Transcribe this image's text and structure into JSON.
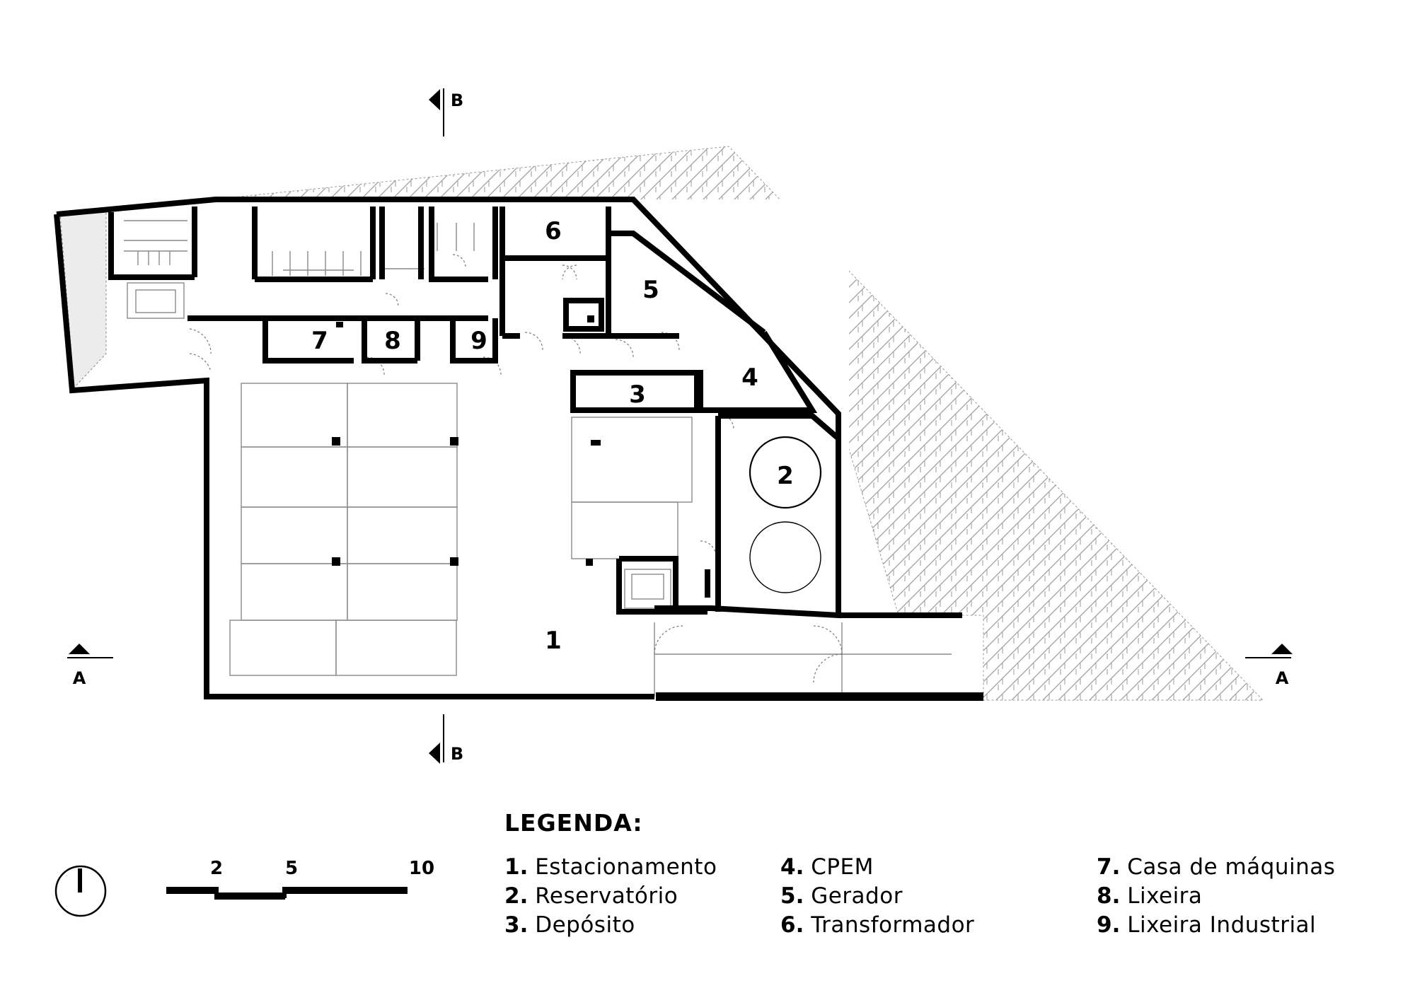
{
  "rooms": [
    {
      "num": "1"
    },
    {
      "num": "2"
    },
    {
      "num": "3"
    },
    {
      "num": "4"
    },
    {
      "num": "5"
    },
    {
      "num": "6"
    },
    {
      "num": "7"
    },
    {
      "num": "8"
    },
    {
      "num": "9"
    }
  ],
  "sections": {
    "a": "A",
    "b": "B"
  },
  "scale": {
    "labels": [
      "2",
      "5",
      "10"
    ]
  },
  "legend": {
    "title": "LEGENDA:",
    "items": [
      {
        "num": "1.",
        "label": "Estacionamento"
      },
      {
        "num": "2.",
        "label": "Reservatório"
      },
      {
        "num": "3.",
        "label": "Depósito"
      },
      {
        "num": "4.",
        "label": "CPEM"
      },
      {
        "num": "5.",
        "label": "Gerador"
      },
      {
        "num": "6.",
        "label": "Transformador"
      },
      {
        "num": "7.",
        "label": "Casa de máquinas"
      },
      {
        "num": "8.",
        "label": "Lixeira"
      },
      {
        "num": "9.",
        "label": "Lixeira Industrial"
      }
    ]
  },
  "colors": {
    "wall": "#000000",
    "hatch": "#9a9a9a",
    "thin": "#8a8a8a"
  }
}
